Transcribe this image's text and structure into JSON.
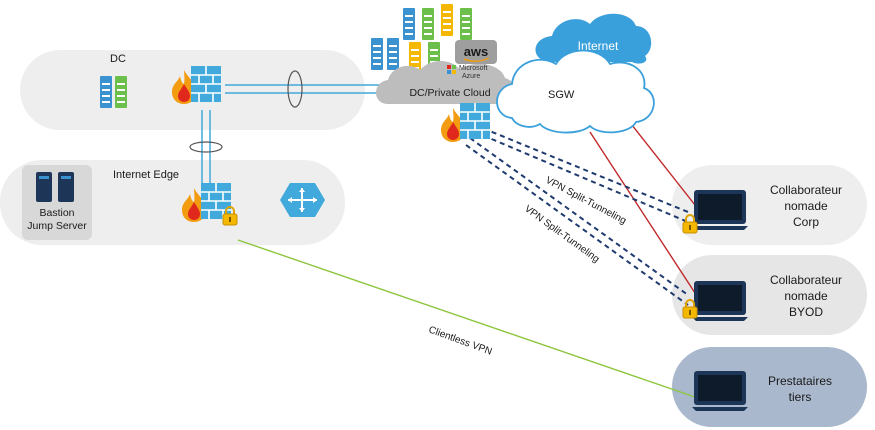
{
  "dc": {
    "label": "DC"
  },
  "internet_edge": {
    "label": "Internet Edge"
  },
  "bastion": {
    "line1": "Bastion",
    "line2": "Jump Server"
  },
  "private_cloud": {
    "label": "DC/Private Cloud",
    "aws_logo": "aws",
    "azure_line1": "Microsoft",
    "azure_line2": "Azure"
  },
  "internet": {
    "label": "Internet"
  },
  "sgw": {
    "label": "SGW"
  },
  "links": {
    "vpn_split_1": "VPN Split-Tunneling",
    "vpn_split_2": "VPN Split-Tunneling",
    "clientless": "Clientless VPN"
  },
  "users": [
    {
      "line1": "Collaborateur",
      "line2": "nomade",
      "line3": "Corp"
    },
    {
      "line1": "Collaborateur",
      "line2": "nomade",
      "line3": "BYOD"
    },
    {
      "line1": "Prestataires",
      "line2": "tiers",
      "line3": ""
    }
  ],
  "colors": {
    "zone_fill": "#eeeeee",
    "cloud_grey": "#bdbdbd",
    "internet_cloud": "#3aa0dc",
    "firewall_blue": "#41a9dc",
    "flame_orange": "#f39c12",
    "flame_red": "#e0281c",
    "vpn_dashed": "#1f3a6e",
    "red_link": "#c0282a",
    "clientless_link": "#8dc63f",
    "laptop": "#1d3557",
    "prestataires_zone": "#a9b8cc"
  }
}
